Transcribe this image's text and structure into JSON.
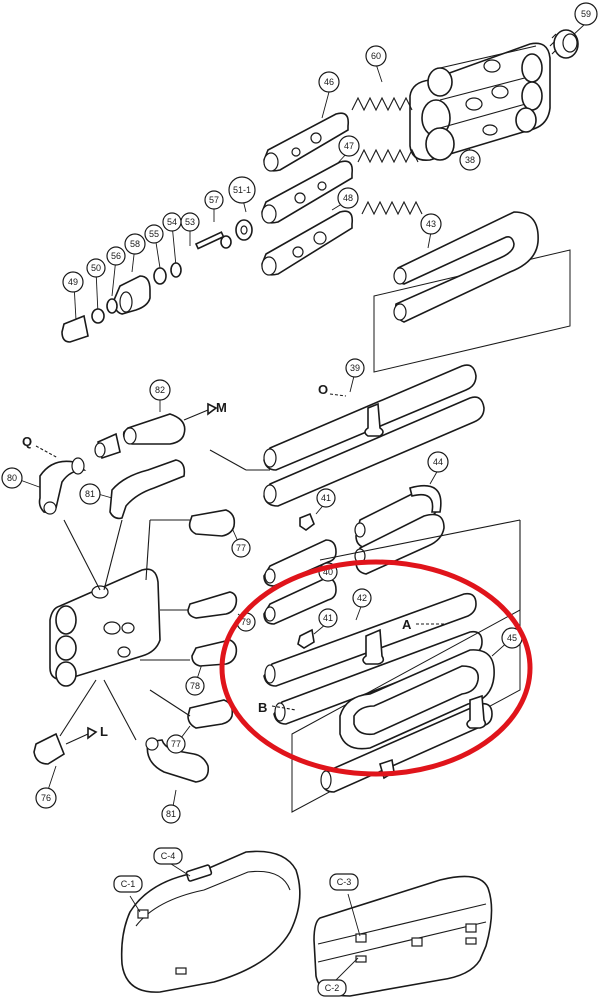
{
  "highlight_color": "#e0141b",
  "callouts": [
    {
      "id": "c59",
      "text": "59"
    },
    {
      "id": "c60",
      "text": "60"
    },
    {
      "id": "c46",
      "text": "46"
    },
    {
      "id": "c47",
      "text": "47"
    },
    {
      "id": "c48",
      "text": "48"
    },
    {
      "id": "c38",
      "text": "38"
    },
    {
      "id": "c43",
      "text": "43"
    },
    {
      "id": "c51",
      "text": "51-1"
    },
    {
      "id": "c57",
      "text": "57"
    },
    {
      "id": "c53",
      "text": "53"
    },
    {
      "id": "c54",
      "text": "54"
    },
    {
      "id": "c55",
      "text": "55"
    },
    {
      "id": "c58",
      "text": "58"
    },
    {
      "id": "c56",
      "text": "56"
    },
    {
      "id": "c50",
      "text": "50"
    },
    {
      "id": "c49",
      "text": "49"
    },
    {
      "id": "c39",
      "text": "39"
    },
    {
      "id": "c82",
      "text": "82"
    },
    {
      "id": "c80",
      "text": "80"
    },
    {
      "id": "c81a",
      "text": "81"
    },
    {
      "id": "c41a",
      "text": "41"
    },
    {
      "id": "c44",
      "text": "44"
    },
    {
      "id": "c77a",
      "text": "77"
    },
    {
      "id": "c40",
      "text": "40"
    },
    {
      "id": "c42",
      "text": "42"
    },
    {
      "id": "c41b",
      "text": "41"
    },
    {
      "id": "c45",
      "text": "45"
    },
    {
      "id": "c79",
      "text": "79"
    },
    {
      "id": "c78",
      "text": "78"
    },
    {
      "id": "c77b",
      "text": "77"
    },
    {
      "id": "c76",
      "text": "76"
    },
    {
      "id": "c81b",
      "text": "81"
    },
    {
      "id": "cC4",
      "text": "C-4"
    },
    {
      "id": "cC1",
      "text": "C-1"
    },
    {
      "id": "cC3",
      "text": "C-3"
    },
    {
      "id": "cC2",
      "text": "C-2"
    }
  ],
  "letters": {
    "M": "M",
    "Q": "Q",
    "O": "O",
    "A": "A",
    "B": "B",
    "L": "L"
  }
}
